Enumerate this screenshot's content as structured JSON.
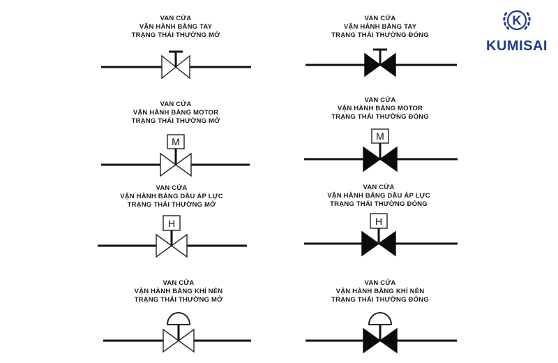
{
  "brand": {
    "logo_letter": "K",
    "name": "KUMISAI",
    "color": "#1e3a8a"
  },
  "valves": [
    {
      "lines": [
        "VAN CỬA",
        "VẬN HÀNH BẰNG TAY",
        "TRẠNG THÁI THƯỜNG MỞ"
      ],
      "actuator": "hand",
      "state": "open",
      "label": ""
    },
    {
      "lines": [
        "VAN CỬA",
        "VẬN HÀNH BẰNG TAY",
        "TRẠNG THÁI THƯỜNG ĐÓNG"
      ],
      "actuator": "hand",
      "state": "closed",
      "label": ""
    },
    {
      "lines": [
        "VAN CỬA",
        "VẬN HÀNH BẰNG MOTOR",
        "TRẠNG THÁI THƯỜNG MỞ"
      ],
      "actuator": "box",
      "state": "open",
      "label": "M"
    },
    {
      "lines": [
        "VAN CỬA",
        "VẬN HÀNH BẰNG MOTOR",
        "TRẠNG THÁI THƯỜNG ĐÓNG"
      ],
      "actuator": "box",
      "state": "closed",
      "label": "M"
    },
    {
      "lines": [
        "VAN CỬA",
        "VẬN HÀNH BẰNG DẦU ÁP LỰC",
        "TRẠNG THÁI THƯỜNG MỞ"
      ],
      "actuator": "box",
      "state": "open",
      "label": "H"
    },
    {
      "lines": [
        "VAN CỬA",
        "VẬN HÀNH BẰNG DẦU ÁP LỰC",
        "TRẠNG THÁI THƯỜNG ĐÓNG"
      ],
      "actuator": "box",
      "state": "closed",
      "label": "H"
    },
    {
      "lines": [
        "VAN CỬA",
        "VẬN HÀNH BẰNG KHÍ NÉN",
        "TRẠNG THÁI THƯỜNG MỞ"
      ],
      "actuator": "dome",
      "state": "open",
      "label": ""
    },
    {
      "lines": [
        "VAN CỬA",
        "VẬN HÀNH BẰNG KHÍ NÉN",
        "TRẠNG THÁI THƯỜNG ĐÓNG"
      ],
      "actuator": "dome",
      "state": "closed",
      "label": ""
    }
  ]
}
